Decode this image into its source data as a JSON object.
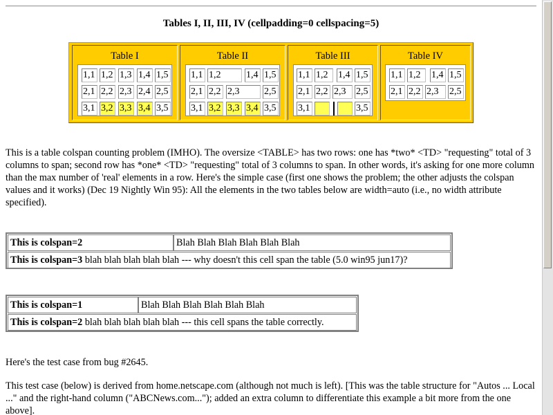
{
  "heading": "Tables I, II, III, IV (cellpadding=0 cellspacing=5)",
  "colors": {
    "outer_bg": "#ffcc00",
    "highlight": "#ffff55",
    "border": "#808080"
  },
  "tables": {
    "t1": {
      "caption": "Table I",
      "r1": [
        "1,1",
        "1,2",
        "1,3",
        "1,4",
        "1,5"
      ],
      "r2": [
        "2,1",
        "2,2",
        "2,3",
        "2,4",
        "2,5"
      ],
      "r3": [
        "3,1",
        "3,2",
        "3,3",
        "3,4",
        "3,5"
      ]
    },
    "t2": {
      "caption": "Table II",
      "r1": [
        "1,1",
        "1,2",
        "1,4",
        "1,5"
      ],
      "r2": [
        "2,1",
        "2,2",
        "2,3",
        "2,5"
      ],
      "r3": [
        "3,1",
        "3,2",
        "3,3",
        "3,4",
        "3,5"
      ]
    },
    "t3": {
      "caption": "Table III",
      "r1": [
        "1,1",
        "1,2",
        "1,4",
        "1,5"
      ],
      "r2": [
        "2,1",
        "2,2",
        "2,3",
        "2,5"
      ],
      "r3": [
        "3,1",
        "3,5"
      ]
    },
    "t4": {
      "caption": "Table IV",
      "r1": [
        "1,1",
        "1,2",
        "1,4",
        "1,5"
      ],
      "r2": [
        "2,1",
        "2,2",
        "2,3",
        "2,5"
      ]
    }
  },
  "paragraph1": "This is a table colspan counting problem (IMHO). The oversize <TABLE> has two rows: one has *two* <TD> \"requesting\" total of 3 columns to span; second row has *one* <TD> \"requesting\" total of 3 columns to span. In other words, it's asking for one more column than the max number of 'real' elements in a row. Here's the simple case (first one shows the problem; the other adjusts the colspan values and it works) (Dec 19 Nightly Win 95): All the elements in the two tables below are width=auto (i.e., no width attribute specified).",
  "table_a": {
    "r1_bold": "This is colspan=2",
    "r1_text": "Blah Blah Blah Blah Blah Blah",
    "r2_bold": "This is colspan=3",
    "r2_text": " blah blah blah blah blah --- why doesn't this cell span the table (5.0 win95 jun17)?"
  },
  "table_b": {
    "r1_bold": "This is colspan=1",
    "r1_text": "Blah Blah Blah Blah Blah Blah",
    "r2_bold": "This is colspan=2",
    "r2_text": " blah blah blah blah blah --- this cell spans the table correctly."
  },
  "paragraph2": "Here's the test case from bug #2645.",
  "paragraph3": "This test case (below) is derived from home.netscape.com (although not much is left). [This was the table structure for \"Autos ... Local ...\" and the right-hand column (\"ABCNews.com...\"); added an extra column to differentiate this example a bit more from the one above]."
}
